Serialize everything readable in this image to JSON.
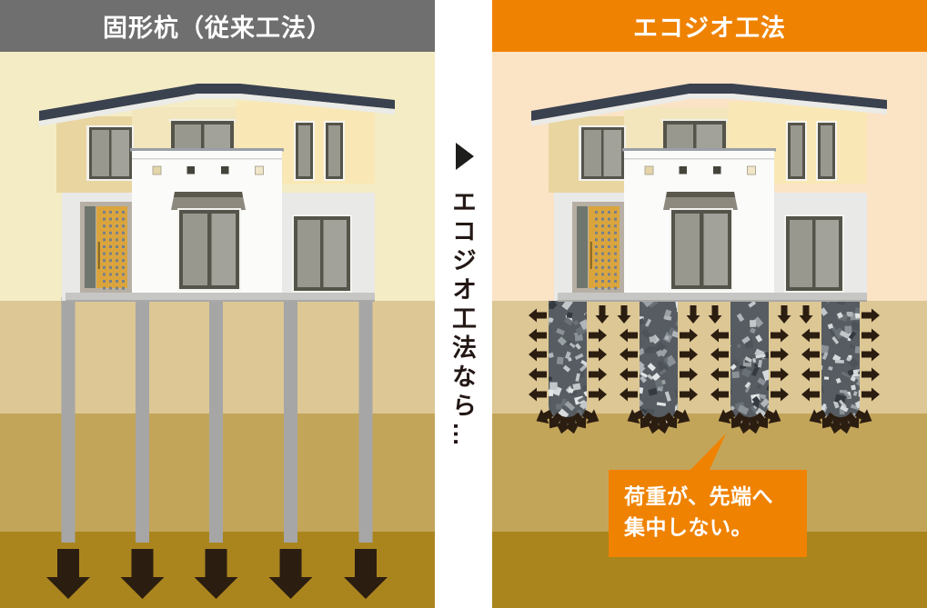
{
  "left_panel": {
    "title": "固形杭（従来工法）"
  },
  "right_panel": {
    "title": "エコジオ工法",
    "callout": {
      "line1": "荷重が、先端へ",
      "line2": "集中しない。"
    }
  },
  "transition": {
    "label": "エコジオ工法なら…"
  },
  "colors": {
    "header_gray": "#6f6f6f",
    "brand_orange": "#ef8200",
    "sky_left": "#f4ecc5",
    "sky_right": "#fbe3c6",
    "soil_top": "#dcc795",
    "soil_mid": "#c3a55a",
    "soil_deep": "#aa851e",
    "pile_gray": "#a6a6a6",
    "arrow_dark": "#2b1d10",
    "ink_dark": "#231815",
    "text_white": "#ffffff"
  }
}
